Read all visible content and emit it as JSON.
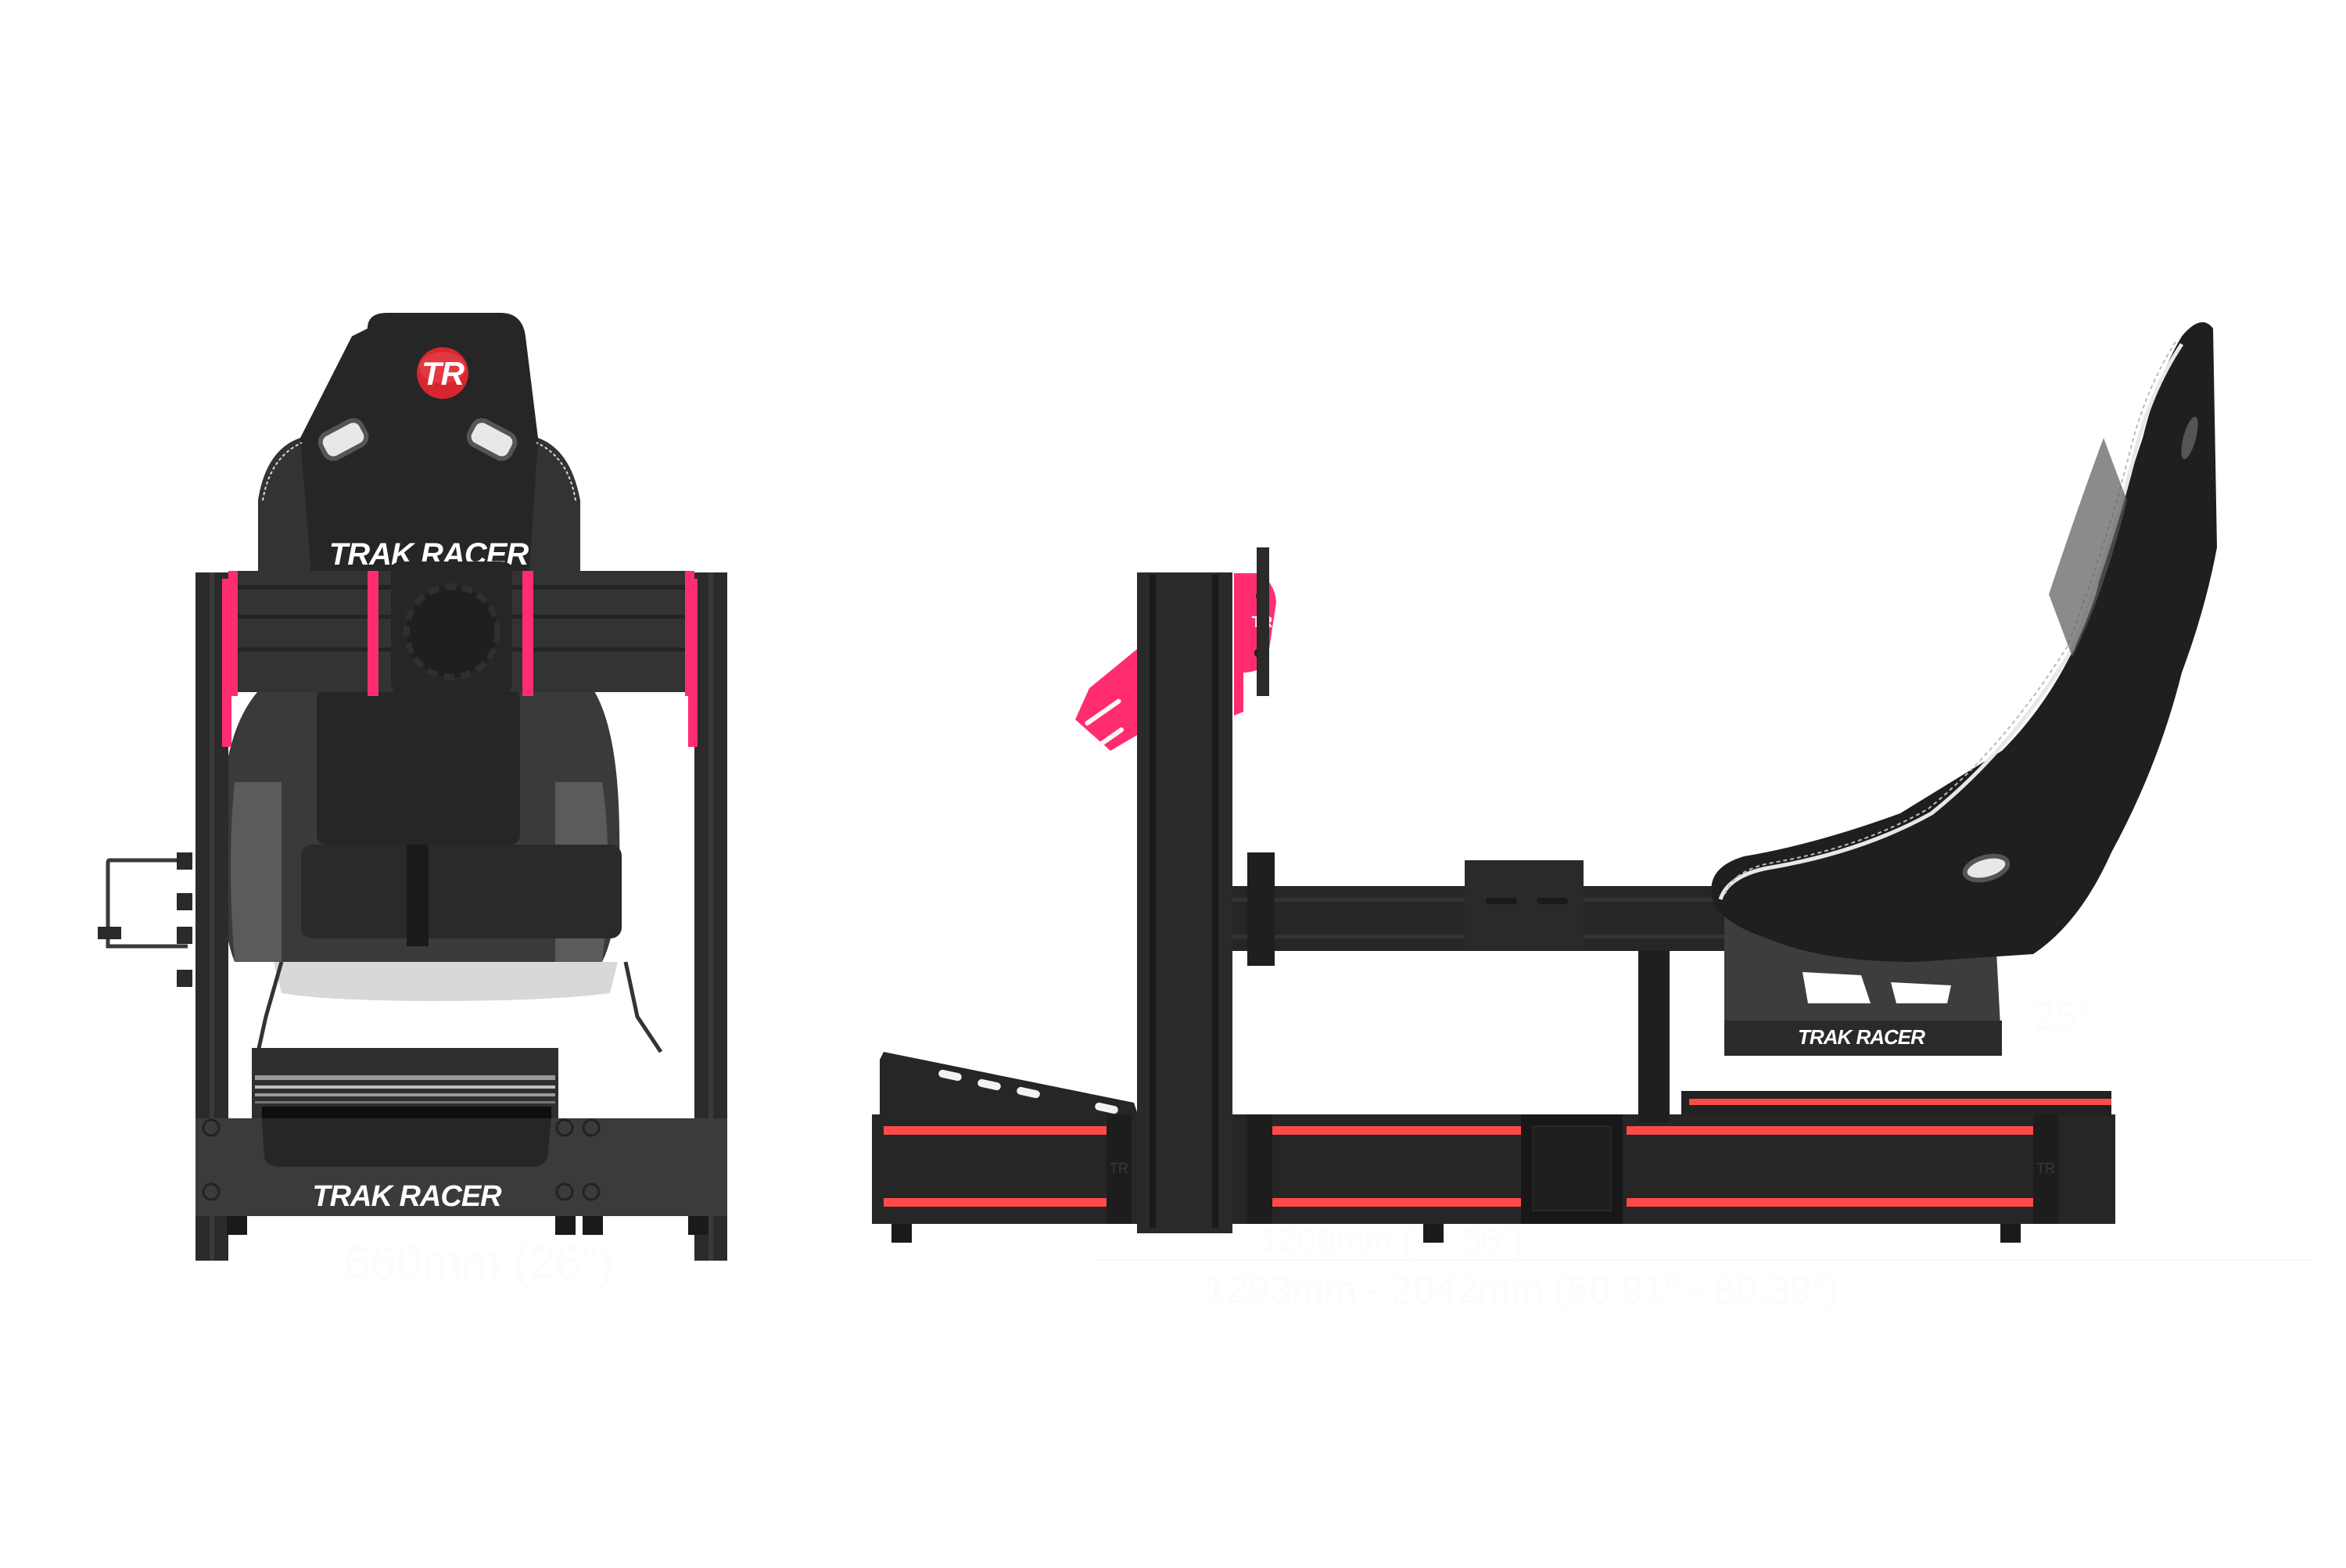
{
  "colors": {
    "background": "#ffffff",
    "frame": "#2b2b2b",
    "frame_dark": "#1a1a1a",
    "seat": "#2e2e2e",
    "seat_grey": "#5a5a5a",
    "pink_accent": "#ff2d6f",
    "red_stripe": "#ff4a4a",
    "logo_red": "#d9262e"
  },
  "front_view": {
    "seat_logo": "TR",
    "seat_brand": "TRAK RACER",
    "base_brand": "TRAK RACER",
    "dimension_label": "660mm (26\")"
  },
  "side_view": {
    "bracket_logo": "TR",
    "seat_bracket_brand": "TRAK RACER",
    "base_logo_left": "TR",
    "base_logo_right": "TR",
    "dimension_length": "1208mm (47.56\")",
    "dimension_range": "1293mm - 2042mm (50.91\" - 80.39\")",
    "angle_label": "25°"
  }
}
